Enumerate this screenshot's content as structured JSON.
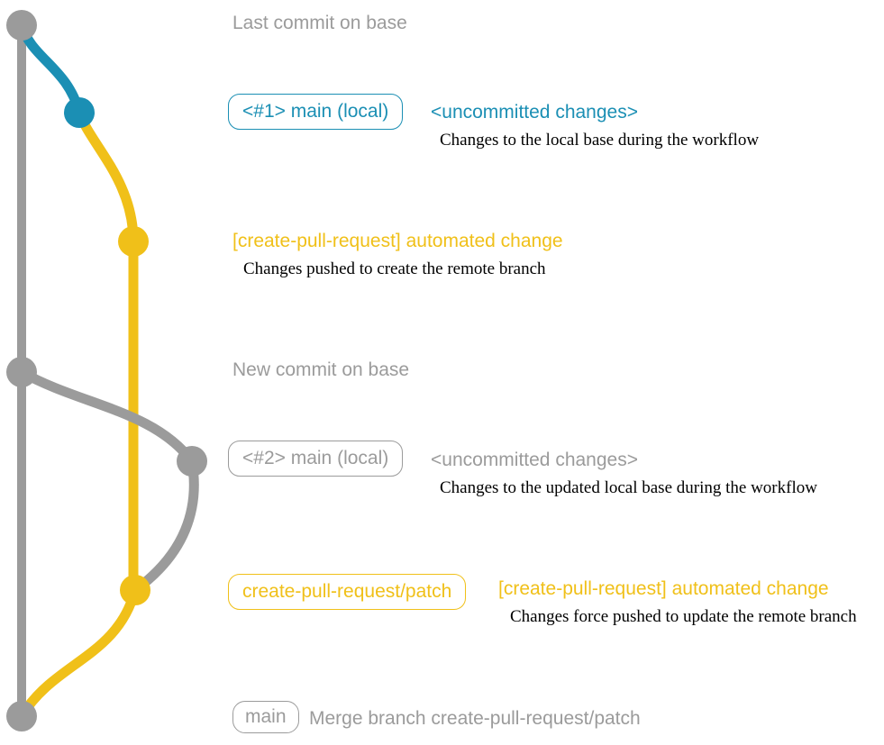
{
  "colors": {
    "teal": "#1b8fb4",
    "yellow": "#f0c019",
    "gray": "#9b9b9b",
    "ink": "#000000"
  },
  "graph": {
    "last_commit_label": "Last commit on base",
    "new_commit_label": "New commit on base"
  },
  "rows": {
    "commit1": {
      "badge": "<#1> main (local)",
      "title": "<uncommitted changes>",
      "description": "Changes to the local base during the workflow"
    },
    "commit2": {
      "title": "[create-pull-request] automated change",
      "description": "Changes pushed to create the remote branch"
    },
    "commit3": {
      "badge": "<#2> main (local)",
      "title": "<uncommitted changes>",
      "description": "Changes to the updated local base during the workflow"
    },
    "commit4": {
      "badge": "create-pull-request/patch",
      "title": "[create-pull-request] automated change",
      "description": "Changes force pushed to update the remote branch"
    },
    "merge": {
      "badge": "main",
      "label": "Merge branch create-pull-request/patch"
    }
  }
}
